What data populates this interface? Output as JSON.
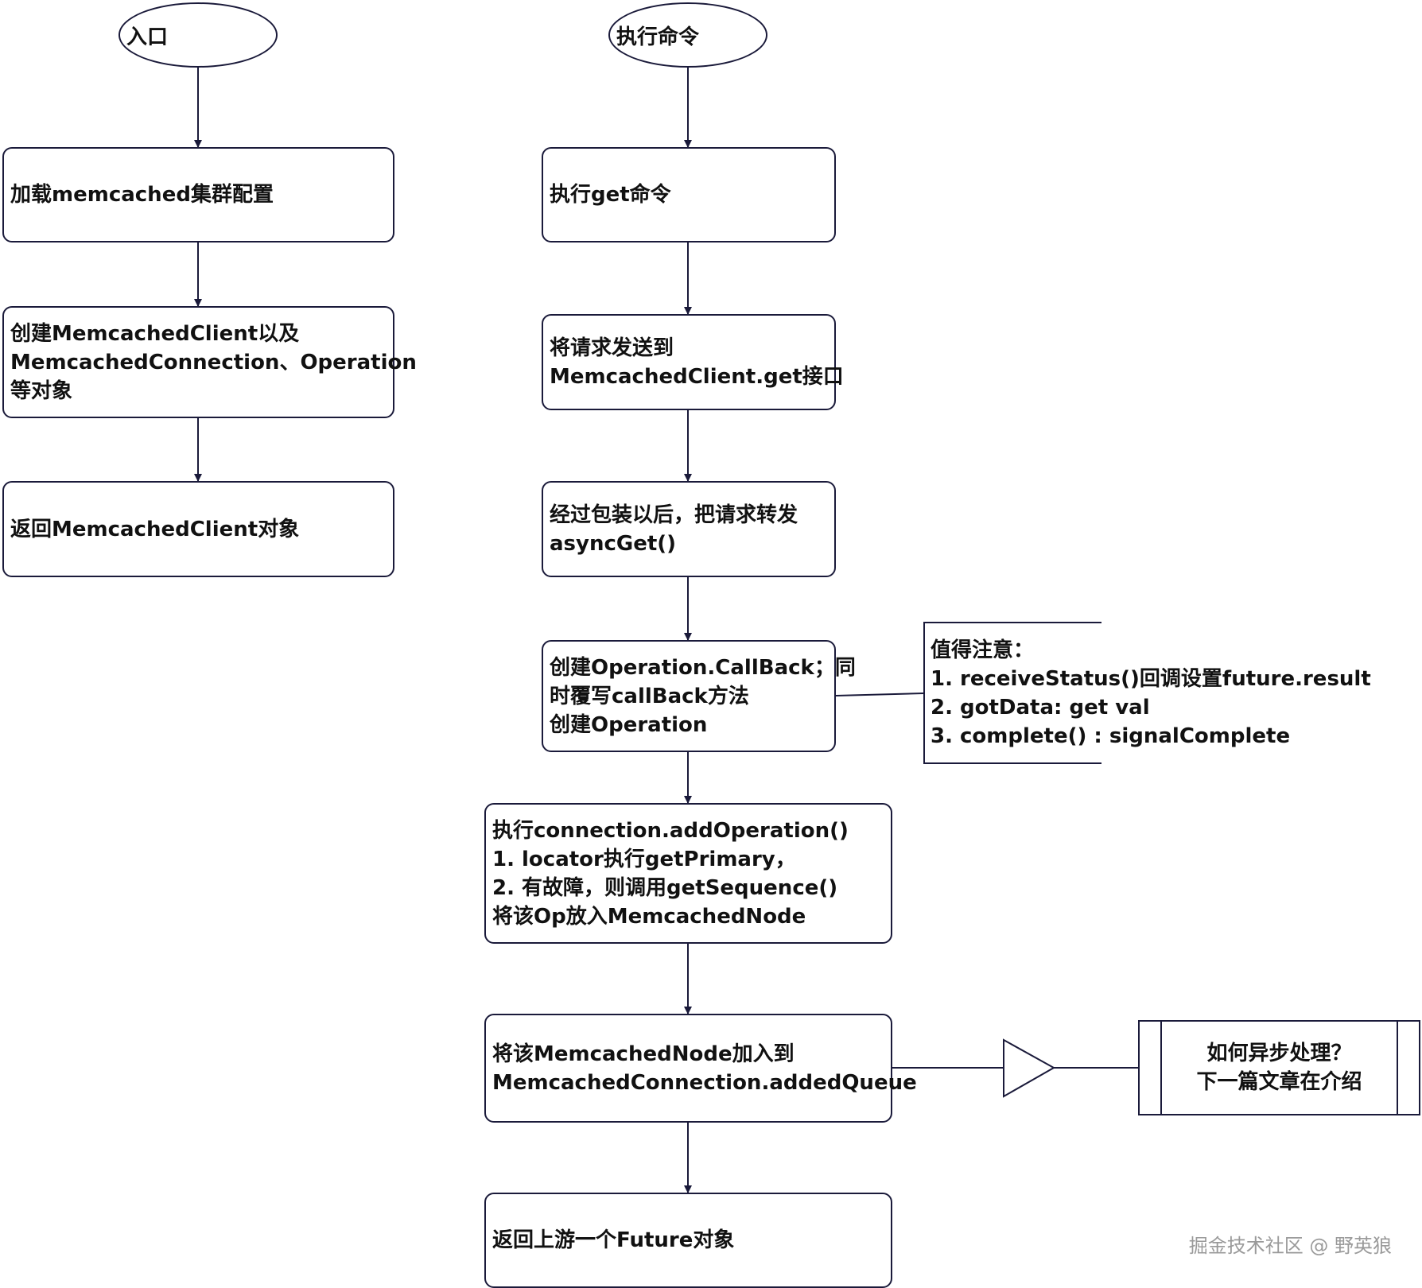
{
  "left_flow": {
    "start": "入口",
    "steps": [
      {
        "lines": [
          "加载memcached集群配置"
        ]
      },
      {
        "lines": [
          "创建MemcachedClient以及",
          "MemcachedConnection、Operation",
          "等对象"
        ]
      },
      {
        "lines": [
          "返回MemcachedClient对象"
        ]
      }
    ]
  },
  "right_flow": {
    "start": "执行命令",
    "steps": [
      {
        "lines": [
          "执行get命令"
        ]
      },
      {
        "lines": [
          "将请求发送到",
          "MemcachedClient.get接口"
        ]
      },
      {
        "lines": [
          "经过包装以后，把请求转发",
          "asyncGet()"
        ]
      },
      {
        "lines": [
          "创建Operation.CallBack；同",
          "时覆写callBack方法",
          "创建Operation"
        ]
      },
      {
        "lines": [
          "执行connection.addOperation()",
          "1. locator执行getPrimary，",
          "2. 有故障，则调用getSequence()",
          "将该Op放入MemcachedNode"
        ]
      },
      {
        "lines": [
          "将该MemcachedNode加入到",
          "MemcachedConnection.addedQueue"
        ]
      },
      {
        "lines": [
          "返回上游一个Future对象"
        ]
      }
    ]
  },
  "annotation": {
    "lines": [
      "值得注意：",
      "1. receiveStatus()回调设置future.result",
      "2. gotData: get val",
      "3. complete() : signalComplete"
    ]
  },
  "async_process": {
    "lines": [
      "如何异步处理？",
      "下一篇文章在介绍"
    ]
  },
  "watermark": "掘金技术社区 @ 野英狼",
  "colors": {
    "stroke": "#1a1a3a",
    "text": "#111111",
    "watermark": "#9a9a9a"
  }
}
